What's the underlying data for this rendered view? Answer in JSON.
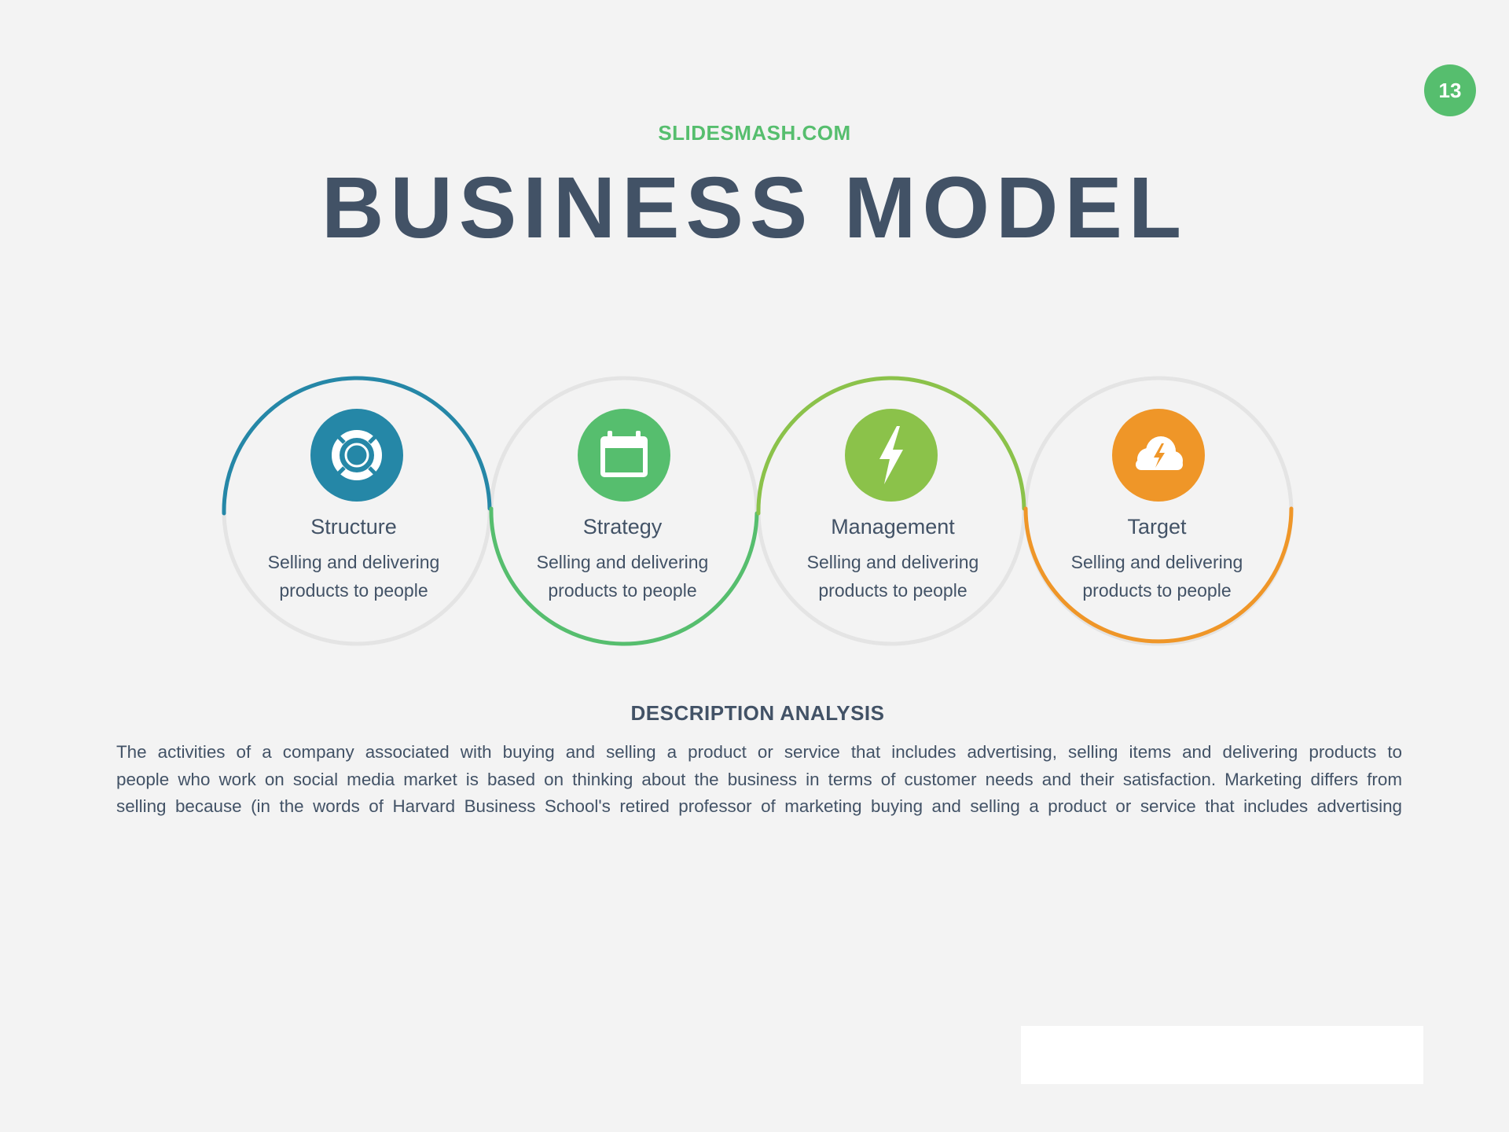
{
  "page_number": "13",
  "site": "SLIDESMASH.COM",
  "title": "BUSINESS MODEL",
  "colors": {
    "background": "#f3f3f3",
    "text": "#425266",
    "ring_gray": "#e4e4e4",
    "blue": "#2587a7",
    "green": "#56be6e",
    "lime": "#8bc24a",
    "orange": "#ef9628"
  },
  "items": [
    {
      "title": "Structure",
      "line1": "Selling and delivering",
      "line2": "products to people",
      "icon": "lifebuoy-icon",
      "color": "#2587a7"
    },
    {
      "title": "Strategy",
      "line1": "Selling and delivering",
      "line2": "products to people",
      "icon": "calendar-icon",
      "color": "#56be6e"
    },
    {
      "title": "Management",
      "line1": "Selling and delivering",
      "line2": "products to people",
      "icon": "lightning-icon",
      "color": "#8bc24a"
    },
    {
      "title": "Target",
      "line1": "Selling and delivering",
      "line2": "products to people",
      "icon": "storm-cloud-icon",
      "color": "#ef9628"
    }
  ],
  "description": {
    "heading": "DESCRIPTION ANALYSIS",
    "line1": "The activities of a company associated with buying and selling a product or service that includes advertising, selling items and delivering products to",
    "line2": "people who work on social media market is based on thinking about the business in terms of customer needs and their satisfaction. Marketing differs from",
    "line3": "selling because (in the words of Harvard Business School's retired professor of marketing buying and selling a product or service that includes advertising"
  }
}
